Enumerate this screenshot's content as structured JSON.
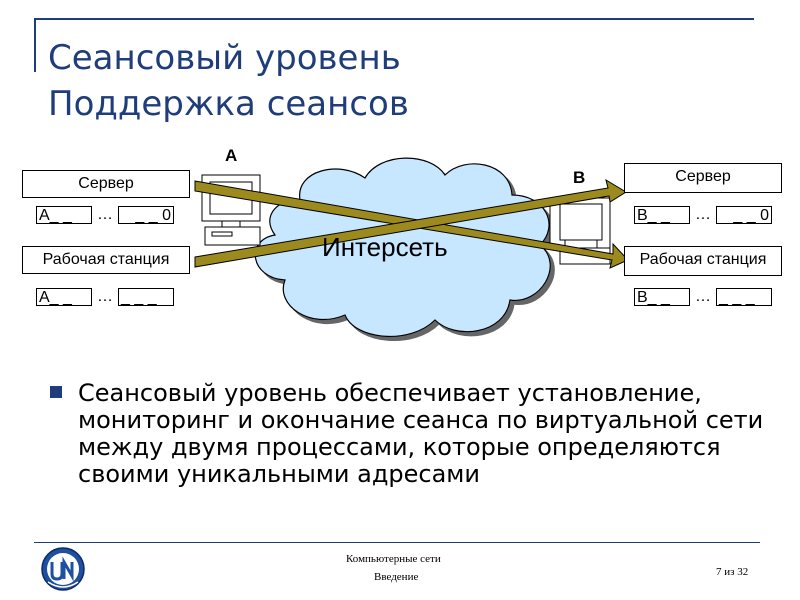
{
  "slide": {
    "title_line1": "Сеансовый уровень",
    "title_line2": "Поддержка сеансов",
    "bullet": "Сеансовый уровень обеспечивает установление, мониторинг и окончание сеанса по виртуальной сети между двумя процессами, которые определяются своими уникальными адресами"
  },
  "diagram": {
    "cloud_label": "Интерсеть",
    "label_a": "A",
    "label_b": "B",
    "left": {
      "server_label": "Сервер",
      "workstation_label": "Рабочая станция",
      "server_addr": {
        "first": "A",
        "dots": "…",
        "last": "0"
      },
      "workstation_addr": {
        "first": "A",
        "dots": "…"
      }
    },
    "right": {
      "server_label": "Сервер",
      "workstation_label": "Рабочая станция",
      "server_addr": {
        "first": "B",
        "dots": "…",
        "last": "0"
      },
      "workstation_addr": {
        "first": "B",
        "dots": "…"
      }
    }
  },
  "footer": {
    "course": "Компьютерные сети",
    "section": "Введение",
    "page": "7 из 32"
  },
  "colors": {
    "title": "#1f3d7a",
    "arrow": "#9c8a1e",
    "cloud_fill": "#c7e6ff",
    "rule": "#1f3d7a"
  }
}
